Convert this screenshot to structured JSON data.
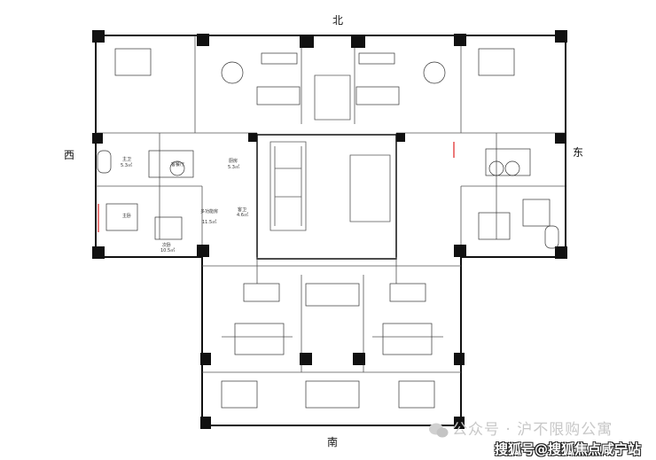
{
  "compass": {
    "north": "北",
    "south": "南",
    "west": "西",
    "east": "东"
  },
  "rooms": {
    "master_bath": "主卫",
    "master_bath_area": "5.3㎡",
    "living_dining": "客餐厅",
    "kitchen": "厨房",
    "kitchen_area": "5.3㎡",
    "master_bedroom": "主卧",
    "second_bedroom": "次卧",
    "second_bedroom_area": "10.5㎡",
    "multi_room": "多功能房",
    "multi_room_area": "11.5㎡",
    "guest_bath": "客卫",
    "guest_bath_area": "4.6㎡"
  },
  "watermark": {
    "line1": "公众号 · 沪不限购公寓",
    "line2": "搜狐号@搜狐焦点咸宁站"
  },
  "colors": {
    "wall": "#111111",
    "accent": "#e02020",
    "line": "#555555"
  }
}
